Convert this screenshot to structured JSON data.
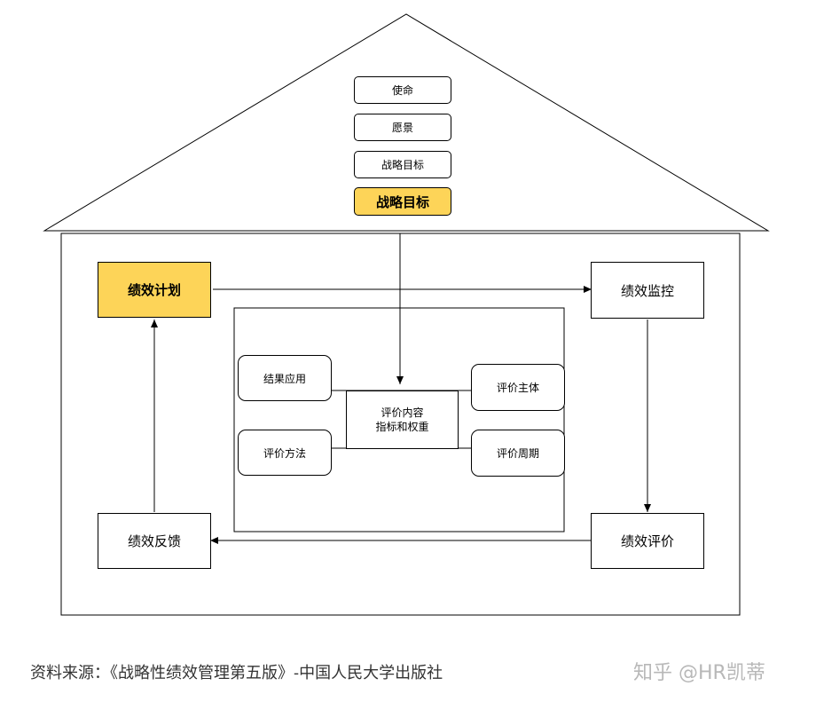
{
  "roof": {
    "items": [
      "使命",
      "愿景",
      "战略目标",
      "战略目标"
    ]
  },
  "cycle": {
    "plan": "绩效计划",
    "monitor": "绩效监控",
    "evaluate": "绩效评价",
    "feedback": "绩效反馈"
  },
  "core": {
    "result_use": "结果应用",
    "method": "评价方法",
    "subject": "评价主体",
    "period": "评价周期",
    "content_line1": "评价内容",
    "content_line2": "指标和权重"
  },
  "caption": "资料来源：《战略性绩效管理第五版》-中国人民大学出版社",
  "watermark": "知乎 @HR凯蒂",
  "colors": {
    "highlight": "#fdd458",
    "line": "#000000"
  }
}
